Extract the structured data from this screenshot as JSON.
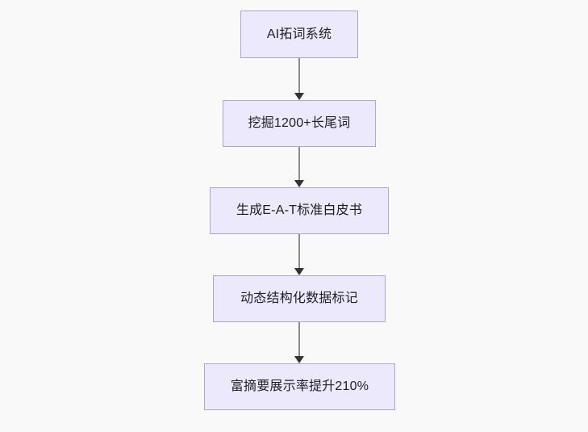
{
  "diagram": {
    "type": "flowchart",
    "direction": "top-to-bottom",
    "background_color": "#f9f9f9",
    "node_fill_color": "#ece9fc",
    "node_border_color": "#b2a0dd",
    "node_text_color": "#1f1f1f",
    "connector_line_color": "#8d8d8d",
    "connector_arrow_color": "#333333",
    "nodes": [
      {
        "id": "node-1",
        "label": "AI拓词系统"
      },
      {
        "id": "node-2",
        "label": "挖掘1200+长尾词"
      },
      {
        "id": "node-3",
        "label": "生成E-A-T标准白皮书"
      },
      {
        "id": "node-4",
        "label": "动态结构化数据标记"
      },
      {
        "id": "node-5",
        "label": "富摘要展示率提升210%"
      }
    ],
    "edges": [
      {
        "id": "edge-1",
        "from": "node-1",
        "to": "node-2"
      },
      {
        "id": "edge-2",
        "from": "node-2",
        "to": "node-3"
      },
      {
        "id": "edge-3",
        "from": "node-3",
        "to": "node-4"
      },
      {
        "id": "edge-4",
        "from": "node-4",
        "to": "node-5"
      }
    ]
  }
}
